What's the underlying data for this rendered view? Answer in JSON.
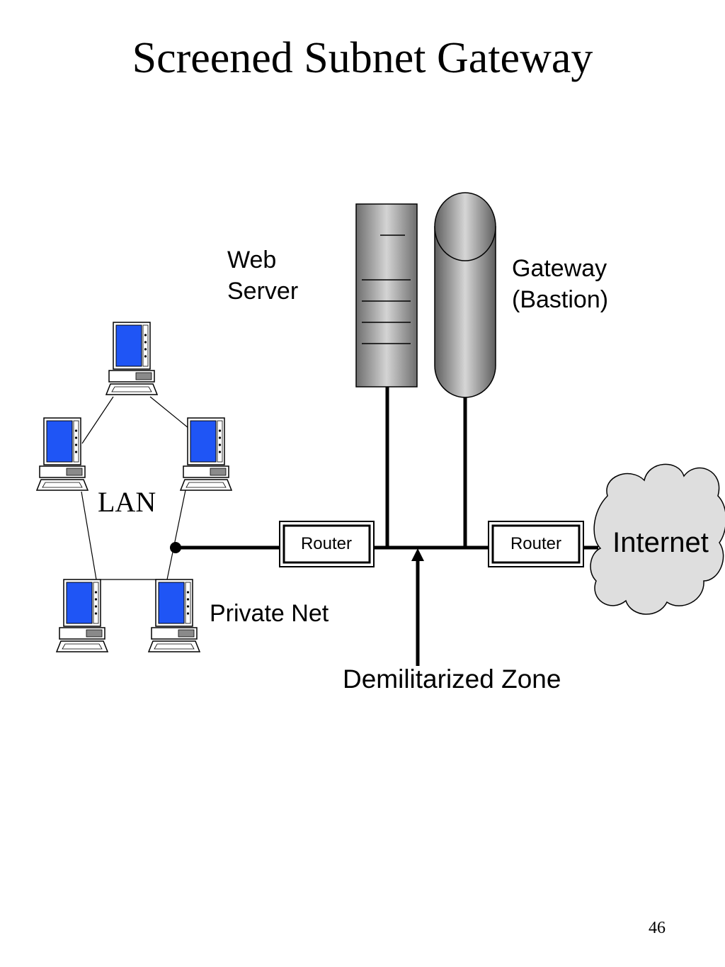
{
  "slide": {
    "title": "Screened Subnet Gateway",
    "page_number": "46"
  },
  "diagram": {
    "labels": {
      "web_server_line1": "Web",
      "web_server_line2": "Server",
      "gateway_line1": "Gateway",
      "gateway_line2": "(Bastion)",
      "lan": "LAN",
      "private_net": "Private Net",
      "dmz": "Demilitarized Zone",
      "internet": "Internet",
      "router_left": "Router",
      "router_right": "Router"
    },
    "icons": {
      "workstation": "workstation-icon",
      "server": "server-tower-icon",
      "bastion": "cylinder-host-icon",
      "cloud": "cloud-icon"
    },
    "colors": {
      "screen": "#1f55f5",
      "cloud_fill": "#dedede",
      "line": "#000000"
    }
  }
}
